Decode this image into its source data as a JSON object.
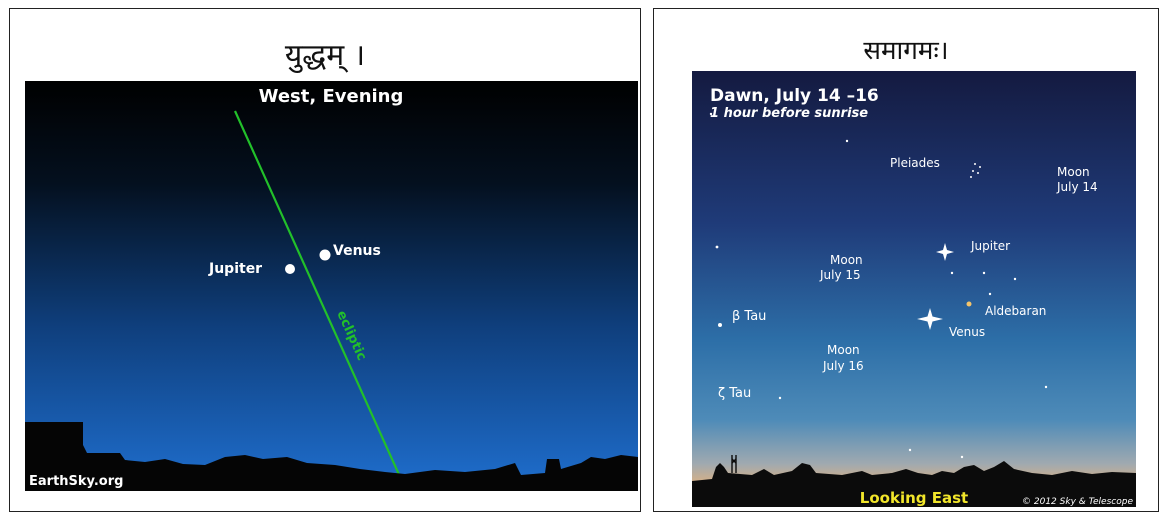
{
  "left_panel": {
    "title": "युद्धम् ।",
    "image": {
      "heading": "West, Evening",
      "ecliptic_label": "ecliptic",
      "planets": [
        {
          "name": "Venus"
        },
        {
          "name": "Jupiter"
        }
      ],
      "credit": "EarthSky.org",
      "colors": {
        "sky_top": "#000000",
        "sky_bottom": "#1f6fcf",
        "ecliptic": "#22c02a"
      }
    }
  },
  "right_panel": {
    "title": "समागमः।",
    "image": {
      "heading": "Dawn, July 14 –16",
      "subheading": "1 hour before sunrise",
      "labels": {
        "pleiades": "Pleiades",
        "moon_14_line1": "Moon",
        "moon_14_line2": "July 14",
        "jupiter": "Jupiter",
        "moon_15_line1": "Moon",
        "moon_15_line2": "July 15",
        "aldebaran": "Aldebaran",
        "beta_tau": "β  Tau",
        "venus": "Venus",
        "moon_16_line1": "Moon",
        "moon_16_line2": "July 16",
        "zeta_tau": "ζ  Tau"
      },
      "footer": "Looking East",
      "credit": "© 2012 Sky & Telescope",
      "colors": {
        "sky_top": "#17204a",
        "sky_mid": "#2d6fa8",
        "horizon": "#e8b37a",
        "footer_text": "#f2e62a"
      }
    }
  }
}
